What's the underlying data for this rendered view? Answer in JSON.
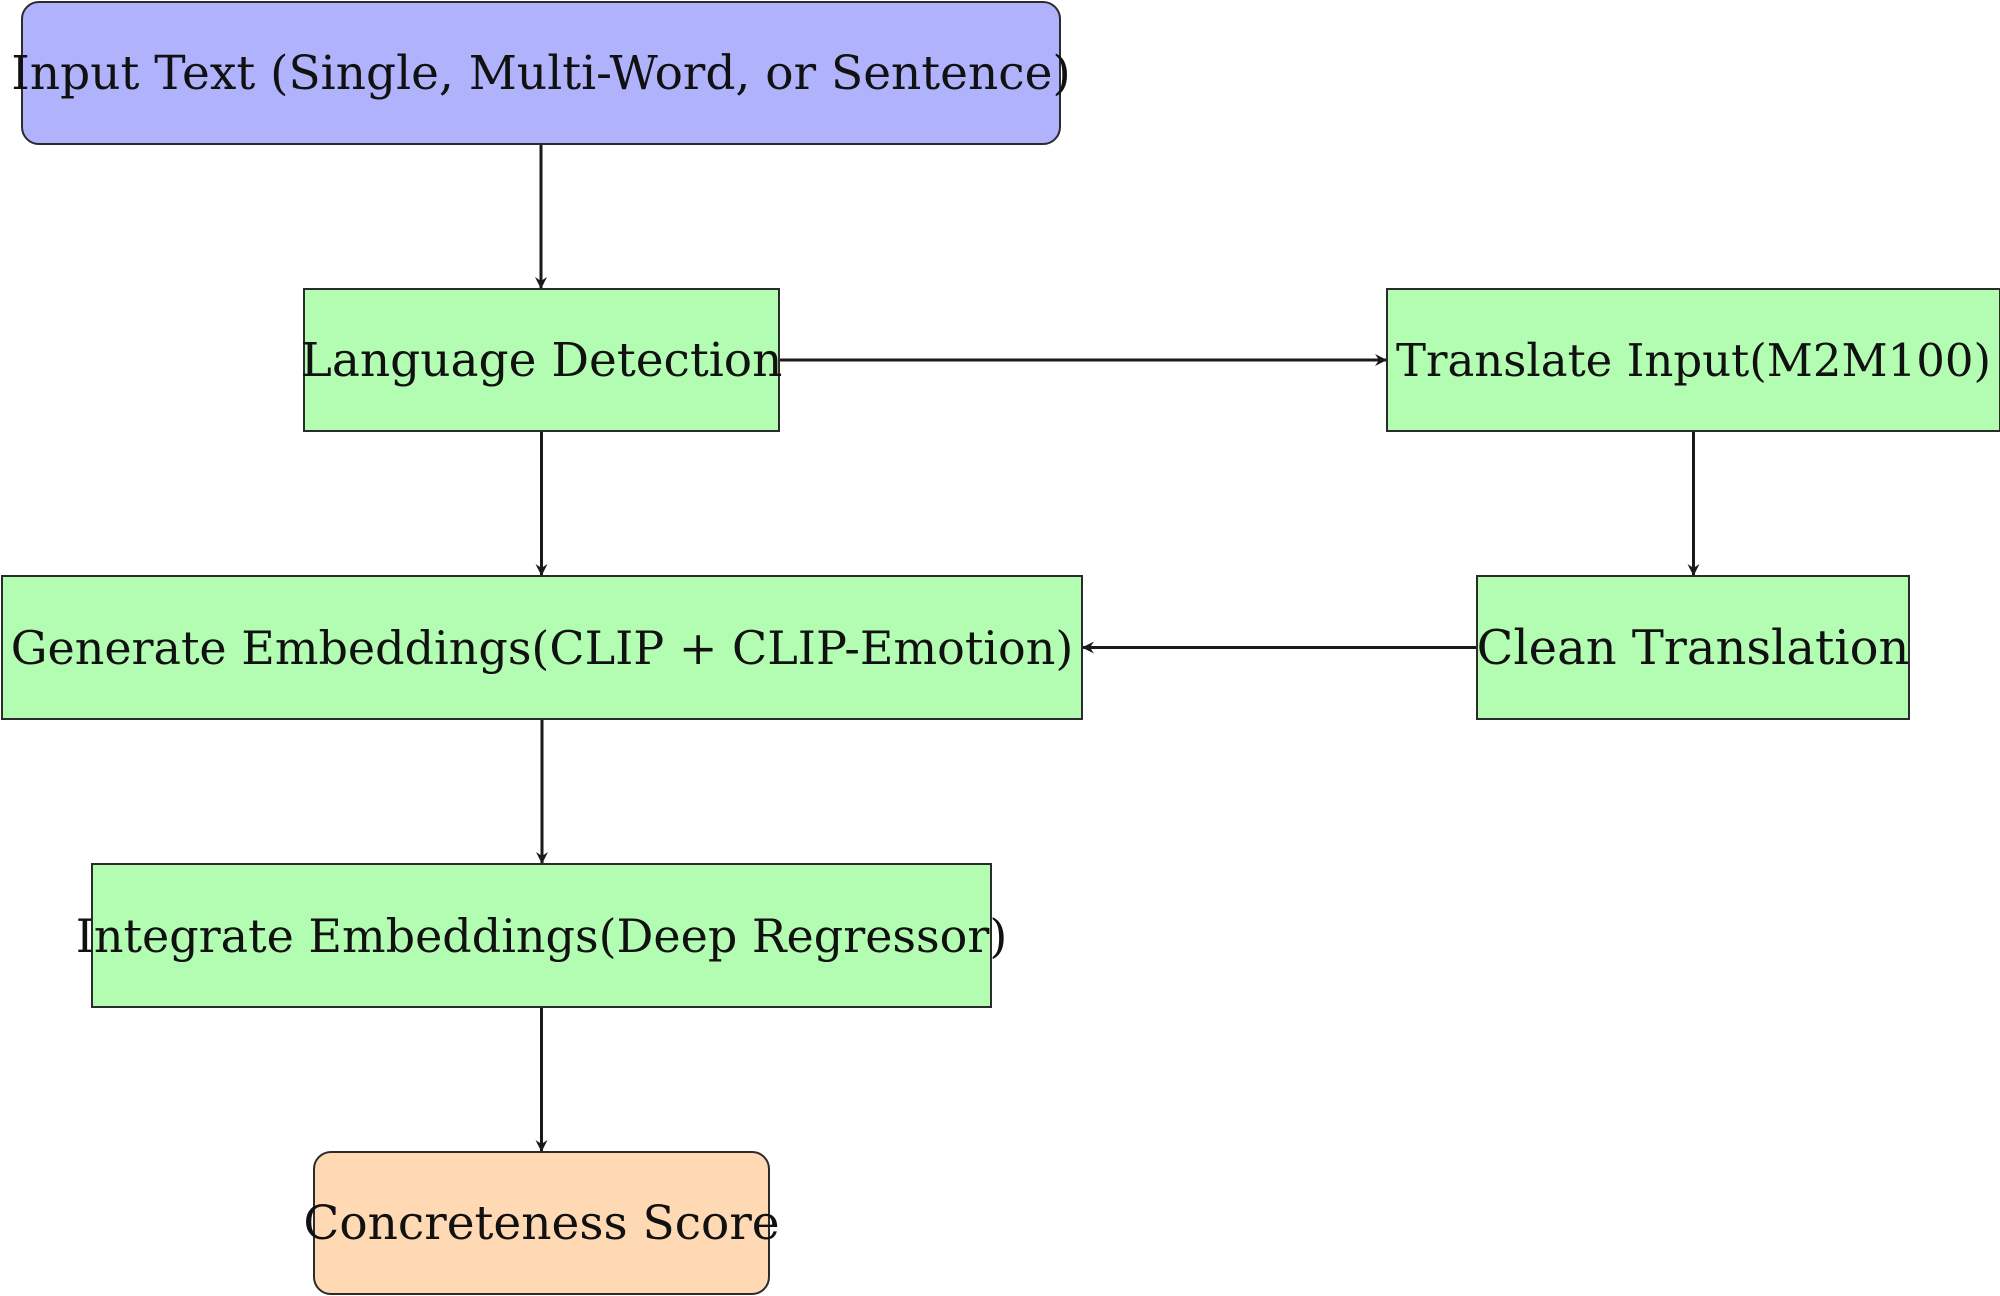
{
  "diagram": {
    "type": "flowchart",
    "nodes": [
      {
        "id": "input",
        "label": "Input Text (Single, Multi-Word, or Sentence)",
        "role": "start",
        "color": "#b0b2fc"
      },
      {
        "id": "langdetect",
        "label": "Language Detection",
        "role": "process",
        "color": "#b2fdb2"
      },
      {
        "id": "translate",
        "label": "Translate Input(M2M100)",
        "role": "process",
        "color": "#b2fdb2"
      },
      {
        "id": "generate",
        "label": "Generate Embeddings(CLIP + CLIP-Emotion)",
        "role": "process",
        "color": "#b2fdb2"
      },
      {
        "id": "clean",
        "label": "Clean Translation",
        "role": "process",
        "color": "#b2fdb2"
      },
      {
        "id": "integrate",
        "label": "Integrate Embeddings(Deep Regressor)",
        "role": "process",
        "color": "#b2fdb2"
      },
      {
        "id": "score",
        "label": "Concreteness Score",
        "role": "end",
        "color": "#fed9b3"
      }
    ],
    "edges": [
      {
        "from": "input",
        "to": "langdetect"
      },
      {
        "from": "langdetect",
        "to": "translate"
      },
      {
        "from": "langdetect",
        "to": "generate"
      },
      {
        "from": "translate",
        "to": "clean"
      },
      {
        "from": "clean",
        "to": "generate"
      },
      {
        "from": "generate",
        "to": "integrate"
      },
      {
        "from": "integrate",
        "to": "score"
      }
    ]
  }
}
